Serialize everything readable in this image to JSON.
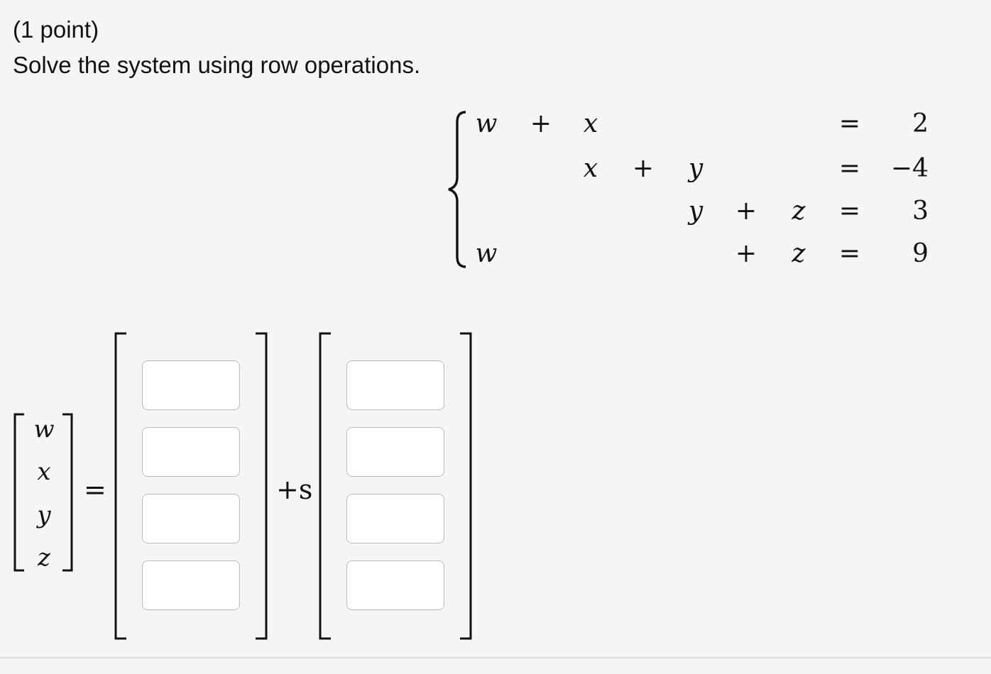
{
  "header": {
    "points": "(1 point)",
    "instruction": "Solve the system using row operations."
  },
  "system": {
    "rows": [
      {
        "terms": [
          "w",
          "+",
          "x",
          "",
          "",
          "",
          ""
        ],
        "eq": "=",
        "rhs": "2"
      },
      {
        "terms": [
          "",
          "",
          "x",
          "+",
          "y",
          "",
          ""
        ],
        "eq": "=",
        "rhs": "−4"
      },
      {
        "terms": [
          "",
          "",
          "",
          "",
          "y",
          "+",
          "z"
        ],
        "eq": "=",
        "rhs": "3"
      },
      {
        "terms": [
          "w",
          "",
          "",
          "",
          "",
          "+",
          "z"
        ],
        "eq": "=",
        "rhs": "9"
      }
    ]
  },
  "solution": {
    "variables": [
      "w",
      "x",
      "y",
      "z"
    ],
    "equals": "=",
    "plus_s": "+s",
    "particular": [
      "",
      "",
      "",
      ""
    ],
    "direction": [
      "",
      "",
      "",
      ""
    ]
  }
}
